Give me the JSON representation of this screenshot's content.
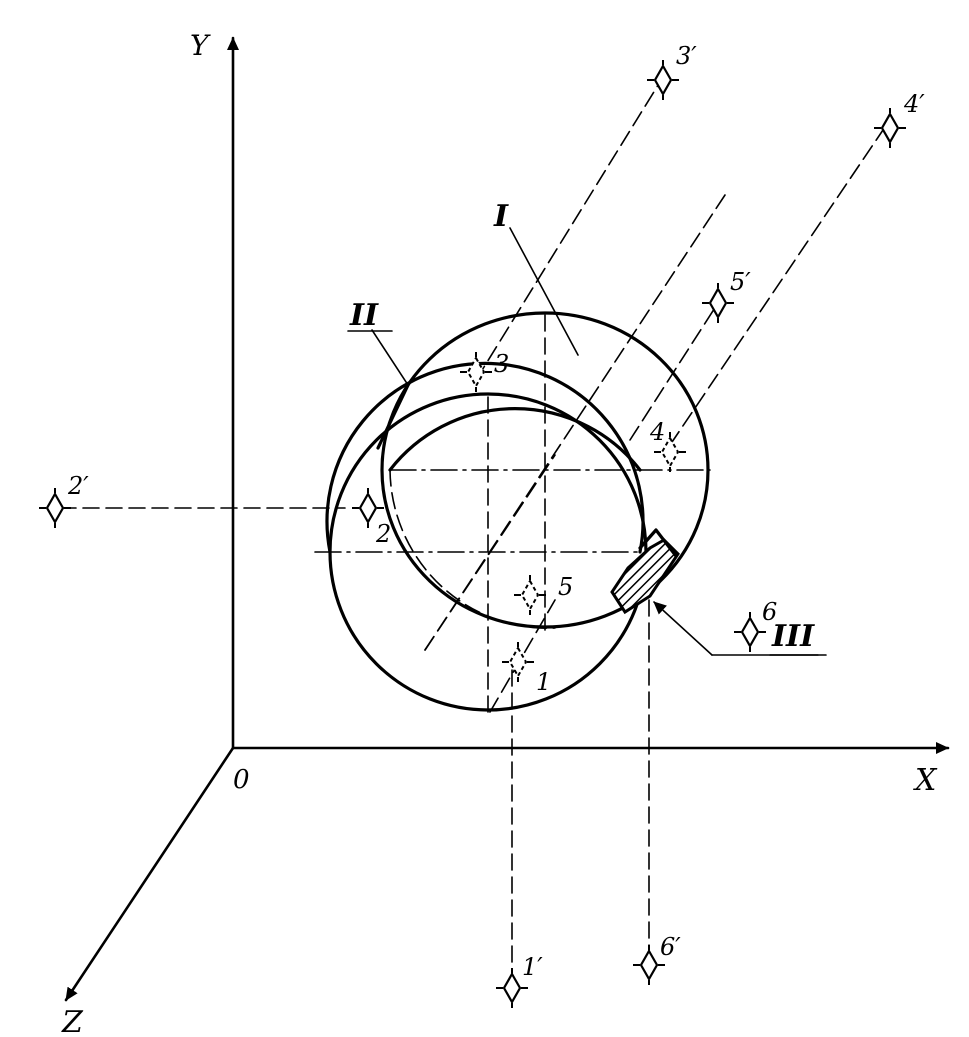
{
  "axes": {
    "x": "X",
    "y": "Y",
    "z": "Z",
    "origin": "0"
  },
  "regions": {
    "I": "I",
    "II": "II",
    "III": "III"
  },
  "points": {
    "p1": "1",
    "p2": "2",
    "p3": "3",
    "p4": "4",
    "p5": "5",
    "p6": "6",
    "p1p": "1′",
    "p2p": "2′",
    "p3p": "3′",
    "p4p": "4′",
    "p5p": "5′",
    "p6p": "6′"
  },
  "colors": {
    "ink": "#000000",
    "background": "#ffffff"
  },
  "icons": {
    "point_marker": "diamond-with-ticks-icon"
  }
}
